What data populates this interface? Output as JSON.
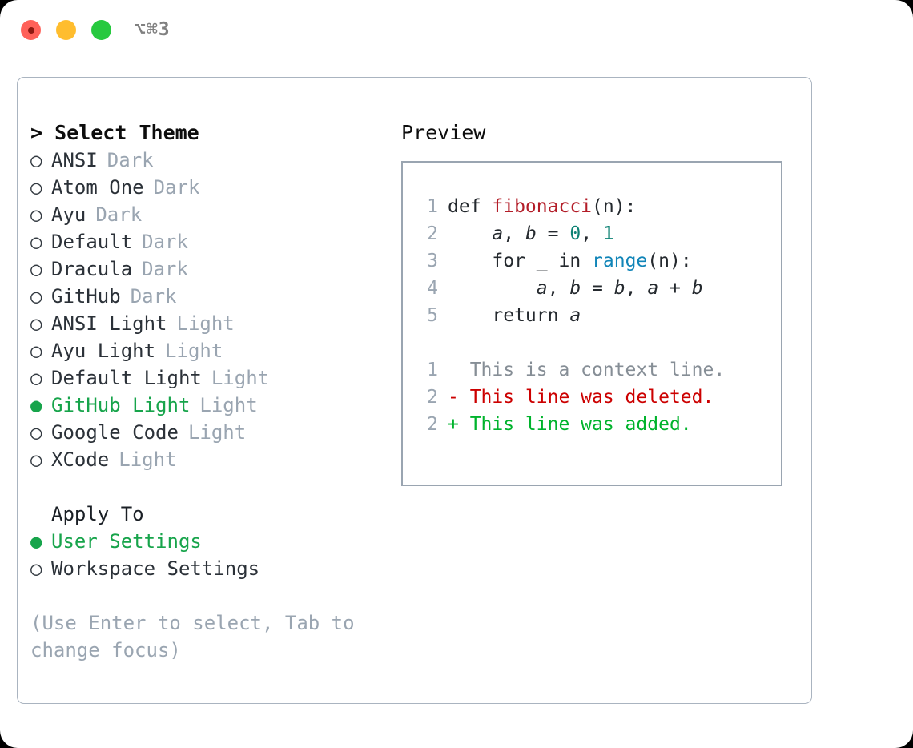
{
  "titlebar": {
    "shortcut": "⌥⌘3",
    "buttons": {
      "close": "close",
      "minimize": "minimize",
      "zoom": "zoom"
    }
  },
  "theme_panel": {
    "title": "> Select Theme",
    "marker_selected": "●",
    "marker_unselected": "○",
    "items": [
      {
        "name": "ANSI",
        "tag": "Dark",
        "selected": false
      },
      {
        "name": "Atom One",
        "tag": "Dark",
        "selected": false
      },
      {
        "name": "Ayu",
        "tag": "Dark",
        "selected": false
      },
      {
        "name": "Default",
        "tag": "Dark",
        "selected": false
      },
      {
        "name": "Dracula",
        "tag": "Dark",
        "selected": false
      },
      {
        "name": "GitHub",
        "tag": "Dark",
        "selected": false
      },
      {
        "name": "ANSI Light",
        "tag": "Light",
        "selected": false
      },
      {
        "name": "Ayu Light",
        "tag": "Light",
        "selected": false
      },
      {
        "name": "Default Light",
        "tag": "Light",
        "selected": false
      },
      {
        "name": "GitHub Light",
        "tag": "Light",
        "selected": true
      },
      {
        "name": "Google Code",
        "tag": "Light",
        "selected": false
      },
      {
        "name": "XCode",
        "tag": "Light",
        "selected": false
      }
    ]
  },
  "apply_to": {
    "label": "Apply To",
    "options": [
      {
        "name": "User Settings",
        "selected": true
      },
      {
        "name": "Workspace Settings",
        "selected": false
      }
    ]
  },
  "hint": "(Use Enter to select, Tab to change focus)",
  "preview": {
    "title": "Preview",
    "code_lines": [
      {
        "num": "1",
        "tokens": [
          {
            "t": "def ",
            "c": "tok-kw"
          },
          {
            "t": "fibonacci",
            "c": "tok-fn"
          },
          {
            "t": "(n):",
            "c": "tok-punc"
          }
        ]
      },
      {
        "num": "2",
        "tokens": [
          {
            "t": "    ",
            "c": "tok-punc"
          },
          {
            "t": "a",
            "c": "tok-var"
          },
          {
            "t": ", ",
            "c": "tok-punc"
          },
          {
            "t": "b",
            "c": "tok-var"
          },
          {
            "t": " = ",
            "c": "tok-punc"
          },
          {
            "t": "0",
            "c": "tok-num"
          },
          {
            "t": ", ",
            "c": "tok-punc"
          },
          {
            "t": "1",
            "c": "tok-num"
          }
        ]
      },
      {
        "num": "3",
        "tokens": [
          {
            "t": "    for ",
            "c": "tok-kw"
          },
          {
            "t": "_",
            "c": "tok-punc"
          },
          {
            "t": " in ",
            "c": "tok-kw"
          },
          {
            "t": "range",
            "c": "tok-bi"
          },
          {
            "t": "(n):",
            "c": "tok-punc"
          }
        ]
      },
      {
        "num": "4",
        "tokens": [
          {
            "t": "        ",
            "c": "tok-punc"
          },
          {
            "t": "a",
            "c": "tok-var"
          },
          {
            "t": ", ",
            "c": "tok-punc"
          },
          {
            "t": "b",
            "c": "tok-var"
          },
          {
            "t": " = ",
            "c": "tok-punc"
          },
          {
            "t": "b",
            "c": "tok-var"
          },
          {
            "t": ", ",
            "c": "tok-punc"
          },
          {
            "t": "a",
            "c": "tok-var"
          },
          {
            "t": " + ",
            "c": "tok-punc"
          },
          {
            "t": "b",
            "c": "tok-var"
          }
        ]
      },
      {
        "num": "5",
        "tokens": [
          {
            "t": "    return ",
            "c": "tok-kw"
          },
          {
            "t": "a",
            "c": "tok-var"
          }
        ]
      }
    ],
    "diff_lines": [
      {
        "num": "1",
        "prefix": "  ",
        "text": "This is a context line.",
        "kind": "diff-context"
      },
      {
        "num": "2",
        "prefix": "- ",
        "text": "This line was deleted.",
        "kind": "diff-del"
      },
      {
        "num": "2",
        "prefix": "+ ",
        "text": "This line was added.",
        "kind": "diff-add"
      }
    ]
  },
  "colors": {
    "accent_green": "#17a44b",
    "muted": "#9aa5b1",
    "diff_added": "#00b32c",
    "diff_deleted": "#cc0000",
    "syntax_function": "#b31d28",
    "syntax_number": "#0d8274",
    "syntax_builtin": "#1185b8"
  }
}
